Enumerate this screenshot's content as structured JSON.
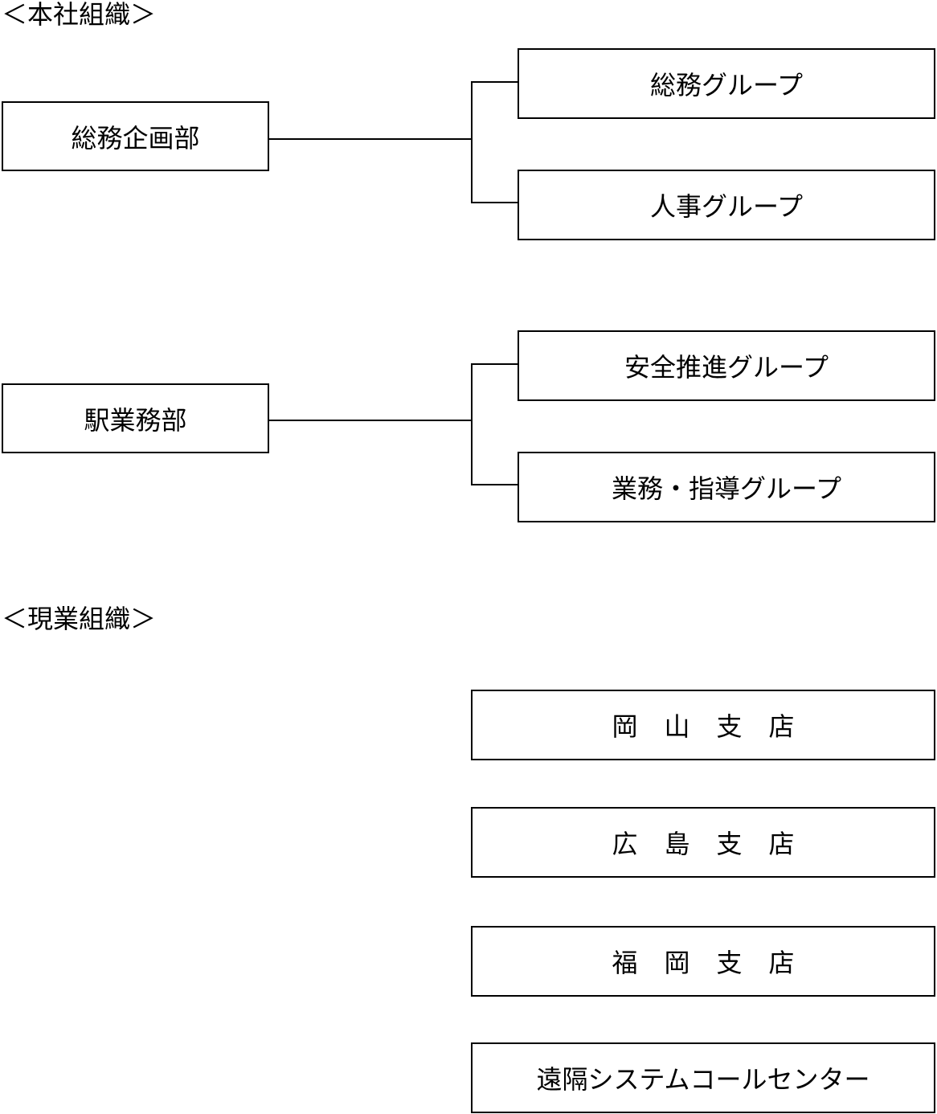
{
  "sections": {
    "honsha_heading": "＜本社組織＞",
    "genba_heading": "＜現業組織＞"
  },
  "honsha": {
    "dept1": {
      "name": "総務企画部",
      "groups": [
        "総務グループ",
        "人事グループ"
      ]
    },
    "dept2": {
      "name": "駅業務部",
      "groups": [
        "安全推進グループ",
        "業務・指導グループ"
      ]
    }
  },
  "genba": {
    "branches": [
      "岡山支店",
      "広島支店",
      "福岡支店",
      "遠隔システムコールセンター"
    ]
  },
  "colors": {
    "line": "#000000",
    "background": "#ffffff"
  }
}
